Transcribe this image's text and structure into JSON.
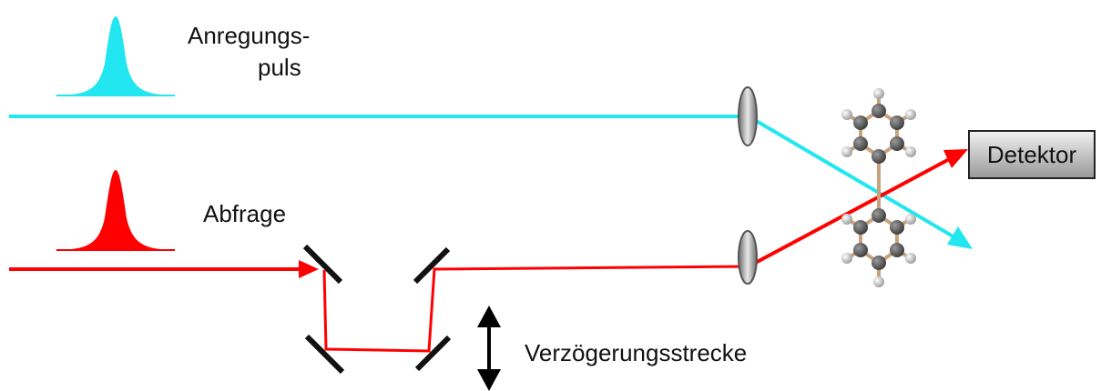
{
  "labels": {
    "pump_line1": "Anregungs-",
    "pump_line2": "puls",
    "probe": "Abfrage",
    "delay": "Verzögerungsstrecke",
    "detector": "Detektor"
  },
  "colors": {
    "pump": "#22e6f0",
    "probe": "#ff0000",
    "mirror": "#111111",
    "lens": "#9a9a9a",
    "arrow": "#000000"
  },
  "icons": {
    "pump_pulse": "gaussian-pulse-icon",
    "probe_pulse": "gaussian-pulse-icon",
    "molecule": "biphenyl-molecule-icon"
  }
}
